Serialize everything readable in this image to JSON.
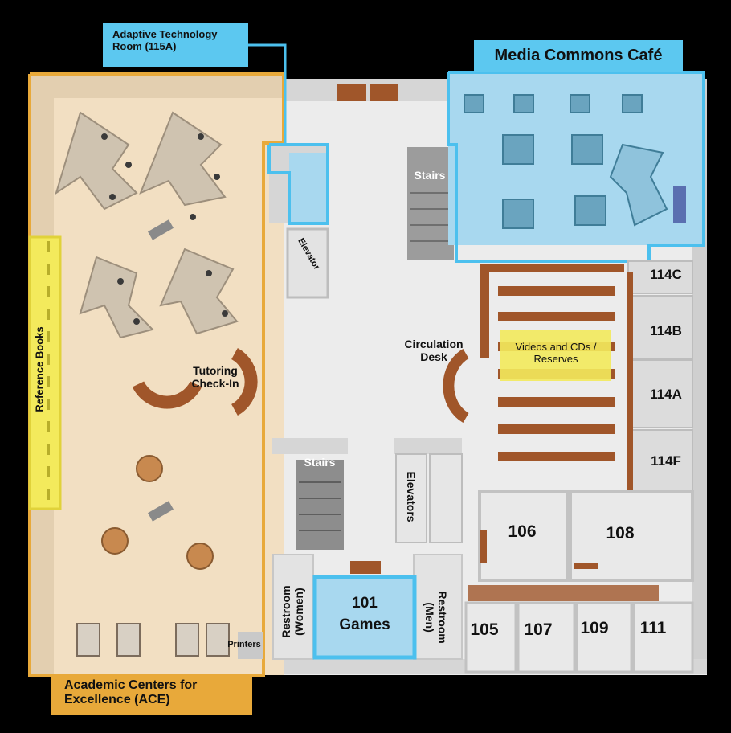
{
  "title_callouts": {
    "adaptive": "Adaptive Technology Room (115A)",
    "media_cafe": "Media Commons Café",
    "ace": "Academic Centers for Excellence (ACE)"
  },
  "areas": {
    "reference_books": "Reference Books",
    "tutoring": "Tutoring Check-In",
    "printers": "Printers",
    "elevator": "Elevator",
    "stairs_top": "Stairs",
    "stairs_bottom": "Stairs",
    "circulation": "Circulation Desk",
    "videos": "Videos and CDs / Reserves",
    "elevators": "Elevators",
    "restroom_women": "Restroom (Women)",
    "restroom_men": "Restroom (Men)",
    "games_num": "101",
    "games": "Games"
  },
  "rooms": {
    "r114c": "114C",
    "r114b": "114B",
    "r114a": "114A",
    "r114f": "114F",
    "r106": "106",
    "r108": "108",
    "r105": "105",
    "r107": "107",
    "r109": "109",
    "r111": "111"
  },
  "colors": {
    "ace_fill": "#f2dfc2",
    "ace_border": "#e8a93a",
    "cafe_fill": "#a8d8ef",
    "cafe_border": "#4cc0ee",
    "highlight_yellow": "#f3ea5c",
    "floor": "#ececec",
    "wall": "#d2d2d2",
    "wood": "#a0562a"
  }
}
